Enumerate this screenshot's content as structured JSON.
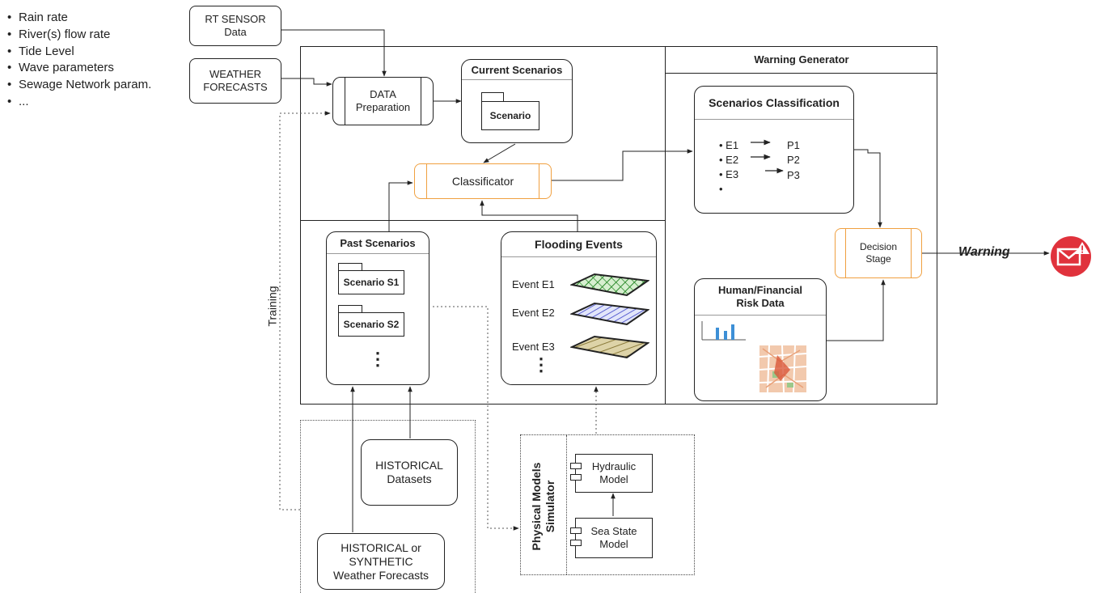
{
  "inputs_list": [
    "Rain rate",
    "River(s) flow rate",
    "Tide Level",
    "Wave parameters",
    "Sewage Network param.",
    "..."
  ],
  "rt_sensor": {
    "line1": "RT SENSOR",
    "line2": "Data"
  },
  "weather_forecasts": {
    "line1": "WEATHER",
    "line2": "FORECASTS"
  },
  "data_preparation": {
    "line1": "DATA",
    "line2": "Preparation"
  },
  "current_scenarios": {
    "title": "Current Scenarios",
    "scenario": "Scenario"
  },
  "classificator": "Classificator",
  "warning_generator": {
    "title": "Warning Generator"
  },
  "scenarios_classification": {
    "title": "Scenarios Classification",
    "items": [
      {
        "event": "E1",
        "class": "P1"
      },
      {
        "event": "E2",
        "class": "P2"
      },
      {
        "event": "E3",
        "class": "P3"
      }
    ]
  },
  "decision_stage": {
    "line1": "Decision",
    "line2": "Stage"
  },
  "warning_label": "Warning",
  "risk_data": {
    "line1": "Human/Financial",
    "line2": "Risk Data"
  },
  "past_scenarios": {
    "title": "Past Scenarios",
    "items": [
      "Scenario S1",
      "Scenario S2"
    ],
    "more": "⋮"
  },
  "flooding_events": {
    "title": "Flooding Events",
    "items": [
      "Event E1",
      "Event E2",
      "Event E3"
    ],
    "more": "⋮"
  },
  "training_label": "Training",
  "historical_datasets": {
    "line1": "HISTORICAL",
    "line2": "Datasets"
  },
  "historical_forecasts": {
    "line1": "HISTORICAL or",
    "line2": "SYNTHETIC",
    "line3": "Weather Forecasts"
  },
  "physical_models": {
    "line1": "Physical Models",
    "line2": "Simulator"
  },
  "hydraulic_model": {
    "line1": "Hydraulic",
    "line2": "Model"
  },
  "sea_state_model": {
    "line1": "Sea State",
    "line2": "Model"
  },
  "colors": {
    "accent_orange": "#f0a040",
    "warning_red": "#e0323c",
    "bar_blue": "#3d8fd6"
  }
}
